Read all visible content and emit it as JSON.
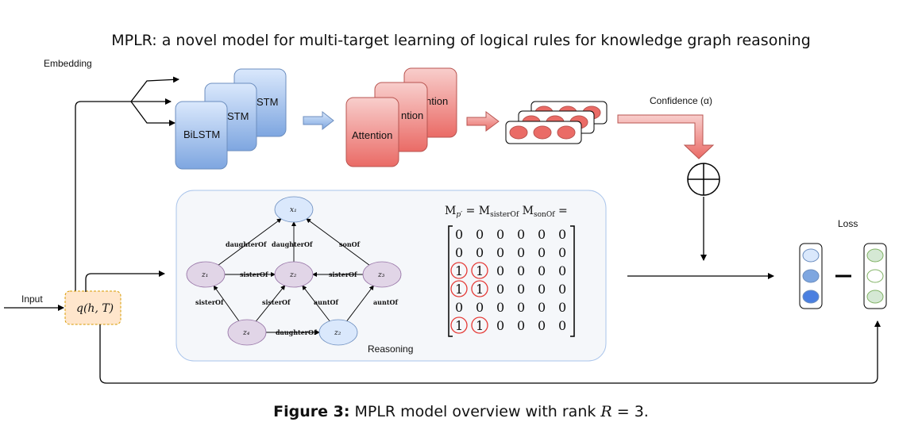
{
  "title": "MPLR: a novel model for multi-target learning of logical rules for knowledge graph reasoning",
  "caption": {
    "label": "Figure 3:",
    "text": " MPLR model overview with rank ",
    "rank_symbol": "R",
    "rank_eq": " = 3."
  },
  "labels": {
    "embedding": "Embedding",
    "input": "Input",
    "query": "q(h, T)",
    "confidence": "Confidence (α)",
    "loss": "Loss",
    "reasoning": "Reasoning",
    "bilstm_stack": [
      "BiLSTM",
      "STM",
      "STM"
    ],
    "attention_stack": [
      "Attention",
      "ntion",
      "ntion"
    ],
    "oplus": "⊕",
    "minus": "−"
  },
  "graph": {
    "nodes": [
      {
        "id": "x1",
        "label": "x₁",
        "color": "#dae8fc"
      },
      {
        "id": "z1",
        "label": "z₁",
        "color": "#e1d5e7"
      },
      {
        "id": "z2",
        "label": "z₂",
        "color": "#e1d5e7"
      },
      {
        "id": "z3",
        "label": "z₃",
        "color": "#e1d5e7"
      },
      {
        "id": "z4",
        "label": "z₄",
        "color": "#e1d5e7"
      },
      {
        "id": "z5",
        "label": "z₂",
        "color": "#dae8fc"
      }
    ],
    "edges": [
      {
        "from": "z1",
        "to": "x1",
        "label": "daughterOf"
      },
      {
        "from": "z2",
        "to": "x1",
        "label": "daughterOf"
      },
      {
        "from": "z3",
        "to": "x1",
        "label": "sonOf"
      },
      {
        "from": "z1",
        "to": "z2",
        "label": "sisterOf"
      },
      {
        "from": "z3",
        "to": "z2",
        "label": "sisterOf"
      },
      {
        "from": "z4",
        "to": "z1",
        "label": "sisterOf"
      },
      {
        "from": "z4",
        "to": "z2",
        "label": "sisterOf"
      },
      {
        "from": "z5",
        "to": "z2",
        "label": "auntOf"
      },
      {
        "from": "z5",
        "to": "z3",
        "label": "auntOf"
      },
      {
        "from": "z4",
        "to": "z5",
        "label": "daughterOf"
      }
    ]
  },
  "matrix": {
    "equation_lhs": "M",
    "equation_lhs_sub": "p′",
    "equation_rhs": [
      "M",
      "sisterOf",
      "M",
      "sonOf"
    ],
    "rows": [
      [
        0,
        0,
        0,
        0,
        0,
        0
      ],
      [
        0,
        0,
        0,
        0,
        0,
        0
      ],
      [
        1,
        1,
        0,
        0,
        0,
        0
      ],
      [
        1,
        1,
        0,
        0,
        0,
        0
      ],
      [
        0,
        0,
        0,
        0,
        0,
        0
      ],
      [
        1,
        1,
        0,
        0,
        0,
        0
      ]
    ],
    "highlight_color": "#e53935"
  },
  "colors": {
    "blue_fill": "#7ea6e0",
    "red_fill": "#ea6b66",
    "query_fill": "#ffe6cc",
    "query_stroke": "#d79b00",
    "reasoning_fill": "#f5f7fa",
    "reasoning_stroke": "#a9c4eb",
    "pred_colors": [
      "#dae8fc",
      "#7ea6e0",
      "#4a7fe0"
    ],
    "target_colors": [
      "#d5e8d4",
      "#ffffff",
      "#d5e8d4"
    ]
  }
}
